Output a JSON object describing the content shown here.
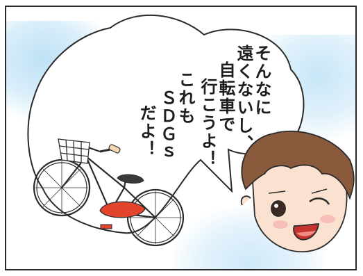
{
  "speech_bubble": {
    "lines": [
      "そんなに",
      "遠くないし、",
      "自転車で",
      "行こうよ！",
      "これも",
      "ＳＤＧｓ",
      "だよ！"
    ]
  },
  "illustration": {
    "bicycle_frame_color": "#2b2b2b",
    "bicycle_chain_guard_color": "#e2452b",
    "character_hair_color": "#8a5a3c",
    "background_glow_color": "#bfe1f5"
  }
}
